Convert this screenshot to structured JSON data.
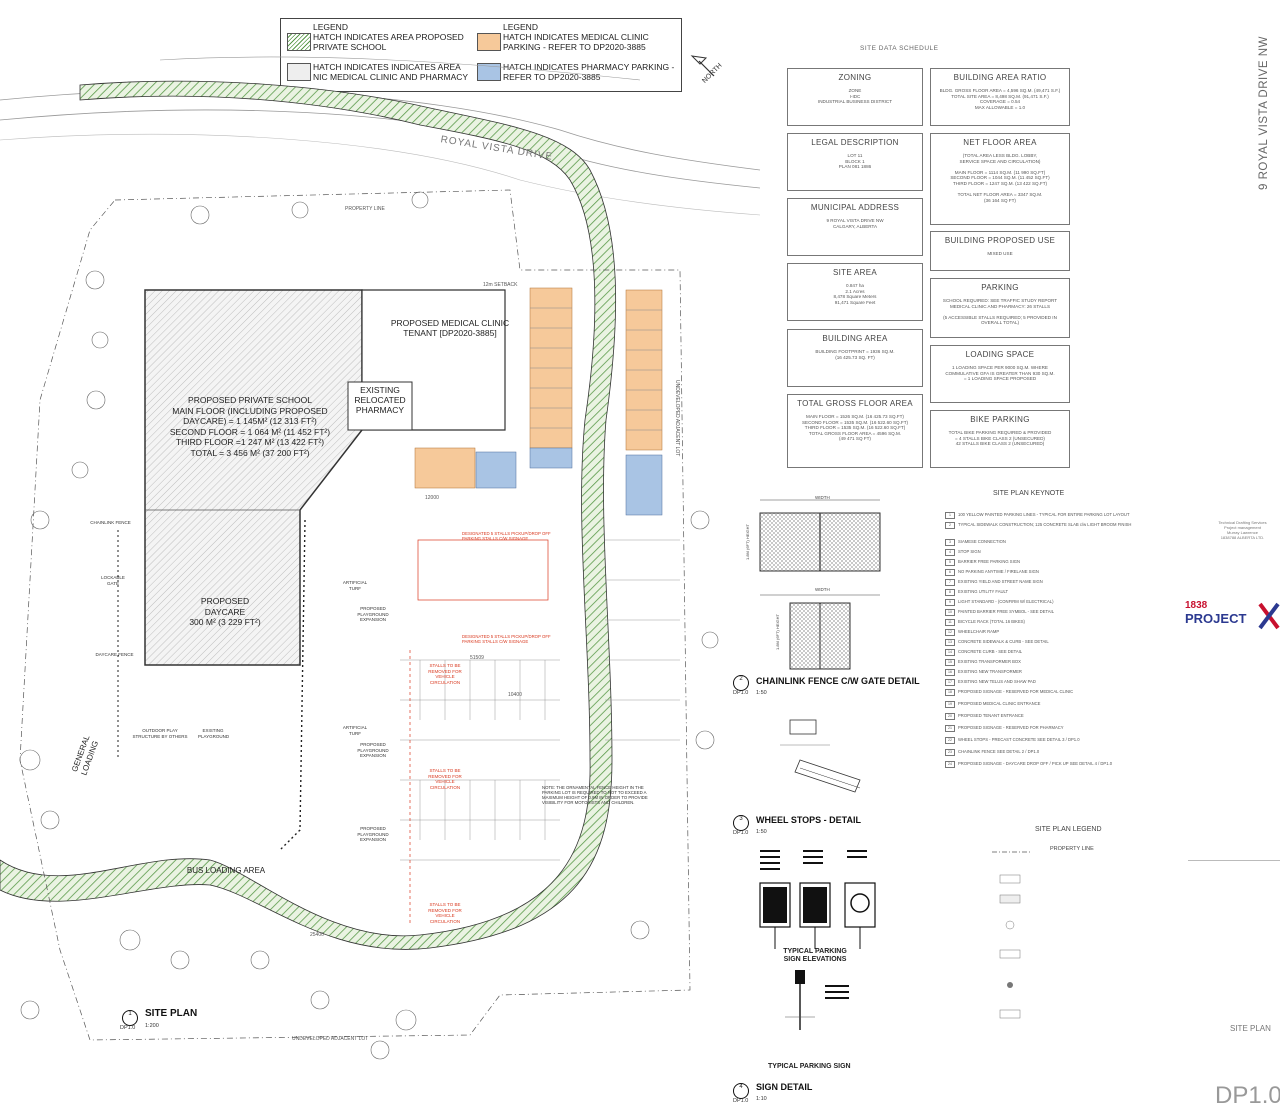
{
  "legend": {
    "left_title": "LEGEND",
    "left_items": [
      "HATCH INDICATES AREA PROPOSED PRIVATE SCHOOL",
      "HATCH INDICATES INDICATES AREA NIC MEDICAL CLINIC AND PHARMACY"
    ],
    "right_title": "LEGEND",
    "right_items": [
      "HATCH INDICATES MEDICAL CLINIC PARKING - REFER TO  DP2020-3885",
      "HATCH INDICATES  PHARMACY PARKING - REFER TO  DP2020-3885"
    ]
  },
  "north_label": "NORTH",
  "street_vertical": "9 ROYAL VISTA DRIVE NW",
  "street_on_plan": "ROYAL VISTA DRIVE",
  "schedule": {
    "title": "SITE DATA SCHEDULE",
    "left": [
      {
        "title": "ZONING",
        "body": "ZONE\nI-IDC\nINDUSTRIAL BUSINESS DISTRICT"
      },
      {
        "title": "LEGAL DESCRIPTION",
        "body": "LOT 11\nBLOCK 1\nPLAN  081  1886"
      },
      {
        "title": "MUNICIPAL ADDRESS",
        "body": "9 ROYAL VISTA DRIVE NW\nCALGARY, ALBERTA"
      },
      {
        "title": "SITE AREA",
        "body": "0.847 ha\n2.1 Acres\n8,478  Square Meters\n91,471  Square Feet"
      },
      {
        "title": "BUILDING AREA",
        "body": "BUILDING  FOOTPRINT  =  1936 SQ.M.\n(16 425.73  SQ. FT)"
      },
      {
        "title": "TOTAL GROSS FLOOR AREA",
        "body": "MAIN  FLOOR  =  1526 SQ.M.  (16 425.73 SQ.FT)\nSECOND  FLOOR  =  1535 SQ.M.  (16 522.60 SQ.FT)\nTHIRD  FLOOR  =  1535 SQ.M.  (16 522.60 SQ.FT)\nTOTAL  GROSS  FLOOR  AREA  =  4596 SQ.M.\n(49 471 SQ FT)"
      }
    ],
    "right": [
      {
        "title": "BUILDING AREA RATIO",
        "body": "BLDG. GROSS FLOOR  AREA  =  4,596 SQ.M.  (49,471 S.F.)\nTOTAL SITE AREA  =  8,498 SQ.M.  (91,471 S.F.)\nCOVERAGE  =  0.54\nMAX ALLOWABLE  =  1.0"
      },
      {
        "title": "NET FLOOR AREA",
        "body": "(TOTAL AREA  LESS  BLDG. LOBBY,\nSERVICE  SPACE  AND  CIRCULATION)\n\nMAIN  FLOOR  =  1114 SQ.M.  (11 990 SQ.FT)\nSECOND  FLOOR  =  1044 SQ.M.  (11 452 SQ.FT)\nTHIRD  FLOOR  =  1247 SQ.M.  (13 422 SQ.FT)\n\nTOTAL  NET  FLOOR  AREA  =  3347 SQ.M.\n(36 164 SQ FT)"
      },
      {
        "title": "BUILDING PROPOSED USE",
        "body": "MIXED USE"
      },
      {
        "title": "PARKING",
        "body": "SCHOOL REQUIRED:  SEE TRAFFIC STUDY REPORT\nMEDICAL CLINIC AND PHARMACY: 26 STALLS\n\n(5 ACCESSIBLE STALLS REQUIRED; 5 PROVIDED IN OVERALL TOTAL)"
      },
      {
        "title": "LOADING SPACE",
        "body": "1 LOADING SPACE PER 9000 SQ.M. WHERE\nCOMMULATIVE GFA IS GREATER THAN 930 SQ.M.\n= 1 LOADING SPACE PROPOSED"
      },
      {
        "title": "BIKE PARKING",
        "body": "TOTAL BIKE PARKING REQUIRED & PROVIDED\n= 4 STALLS BIKE CLASS 2 (UNSECURED)\n42 STALLS BIKE CLASS 2 (UNSECURED)"
      }
    ]
  },
  "building": {
    "medical": "PROPOSED MEDICAL CLINIC TENANT [DP2020-3885]",
    "pharmacy": "EXISTING RELOCATED PHARMACY",
    "school_lines": [
      "PROPOSED PRIVATE SCHOOL",
      "MAIN FLOOR (INCLUDING PROPOSED",
      "DAYCARE) = 1 145M² (12 313 FT²)",
      "SECOND FLOOR = 1 064 M² (11 452 FT²)",
      "THIRD   FLOOR =1 247 M² (13 422 FT²)",
      "TOTAL = 3 456 M² (37 200 FT²)"
    ],
    "daycare_lines": [
      "PROPOSED",
      "DAYCARE",
      "300 M² (3 229 FT²)"
    ]
  },
  "plan_labels": {
    "general_loading": "GENERAL LOADING",
    "bus_loading": "BUS LOADING AREA",
    "outdoor_play": "OUTDOOR PLAY STRUCTURE BY OTHERS",
    "existing_playground": "EXISTING PLAYGROUND",
    "artificial_turf": "ARTIFICIAL TURF",
    "proposed_playground": "PROPOSED PLAYGROUND EXPANSION",
    "lockable_gate": "LOCKABLE GATE",
    "daycare_fence": "DAYCARE FENCE",
    "chainlink_fence": "CHAINLINK FENCE",
    "stalls_removed": "STALLS TO BE REMOVED FOR VEHICLE CIRCULATION",
    "designated_stalls": "DESIGNATED 5 STALLS PICKUP/DROP OFF PARKING STALLS C/W SIGNAGE",
    "note_fence": "NOTE: THE ORNAMENTAL FENCE HEIGHT IN THE PARKING LOT IS REQUIRED TO NOT TO EXCEED A MAXIMUM HEIGHT OF 0.9M IN ORDER TO PROVIDE VISIBILITY FOR MOTORISTS AND CHILDREN.",
    "undeveloped": "UNDEVELOPED ADJACENT LOT",
    "property_line": "PROPERTY LINE",
    "setback": "12m SETBACK",
    "dim_12000": "12000",
    "dim_51509": "51509",
    "dim_10400": "10400",
    "dim_25400": "25400"
  },
  "keynote": {
    "title": "SITE PLAN KEYNOTE",
    "items": [
      "100 YELLOW PAINTED PARKING LINES - TYPICAL FOR ENTIRE PARKING LOT LAYOUT",
      "TYPICAL SIDEWALK CONSTRUCTION; 125 CONCRETE SLAB c/w LIGHT BROOM FINISH",
      "SIAMESE CONNECTION",
      "STOP SIGN",
      "BARRIER FREE PARKING SIGN",
      "NO PARKING ANYTIME / FIRELANE SIGN",
      "EXISTING YIELD AND STREET NAME SIGN",
      "EXISTING UTILITY FAULT",
      "LIGHT STANDARD - (CONFIRM W/ ELECTRICAL)",
      "PAINTED BARRIER FREE SYMBOL - SEE DETAIL",
      "BICYCLE RACK (TOTAL 16 BIKES)",
      "WHEELCHAIR RAMP",
      "CONCRETE SIDEWALK & CURB - SEE DETAIL",
      "CONCRETE CURB - SEE DETAIL",
      "EXISTING TRANSFORMER BOX",
      "EXISTING NEW TRANSFORMER",
      "EXISTING NEW TELUS AND SHAW PAD",
      "PROPOSED SIGNAGE - RESERVED FOR MEDICAL CLINIC",
      "PROPOSED MEDICAL CLINIC ENTRANCE",
      "PROPOSED TENANT ENTRANCE",
      "PROPOSED SIGNAGE - RESERVED FOR PHARMACY",
      "WHEEL STOPS - PRECAST CONCRETE SEE DETAIL 3 / DP1.0",
      "CHAINLINK FENCE  SEE DETAIL 2 / DP1.0",
      "PROPOSED SIGNAGE - DAYCARE DROP OFF / PICK UP SEE DETAIL 4 / DP1.0"
    ]
  },
  "site_legend": {
    "title": "SITE PLAN LEGEND",
    "items": [
      "PROPERTY  LINE"
    ]
  },
  "details": {
    "d2": {
      "num": "2",
      "sheet": "DP1.0",
      "title": "CHAINLINK FENCE C/W GATE DETAIL",
      "scale": "1:50"
    },
    "d3": {
      "num": "3",
      "sheet": "DP1.0",
      "title": "WHEEL STOPS - DETAIL",
      "scale": "1:50"
    },
    "d4": {
      "num": "4",
      "sheet": "DP1.0",
      "title": "SIGN DETAIL",
      "scale": "1:10"
    },
    "d1": {
      "num": "1",
      "sheet": "DP1.0",
      "title": "SITE PLAN",
      "scale": "1:200"
    },
    "sign_elev": "TYPICAL PARKING SIGN ELEVATIONS",
    "sign_typ": "TYPICAL PARKING SIGN",
    "width_label": "WIDTH",
    "height_label": "1.8M (6FT) HEIGHT"
  },
  "title_block": {
    "logo_top": "1838",
    "logo_bottom": "PROJECT",
    "sheet_name": "SITE PLAN",
    "sheet_num": "DP1.0",
    "consultant": "Technical Drafting Services\nProject management\nMurray Lawrence\n1838788 ALBERTA LTD."
  },
  "colors": {
    "hatch_green": "#5a9a4a",
    "orange": "#f6c99a",
    "blue": "#a9c4e4",
    "red_text": "#d9381e",
    "building_gray": "#8c8c8c"
  }
}
